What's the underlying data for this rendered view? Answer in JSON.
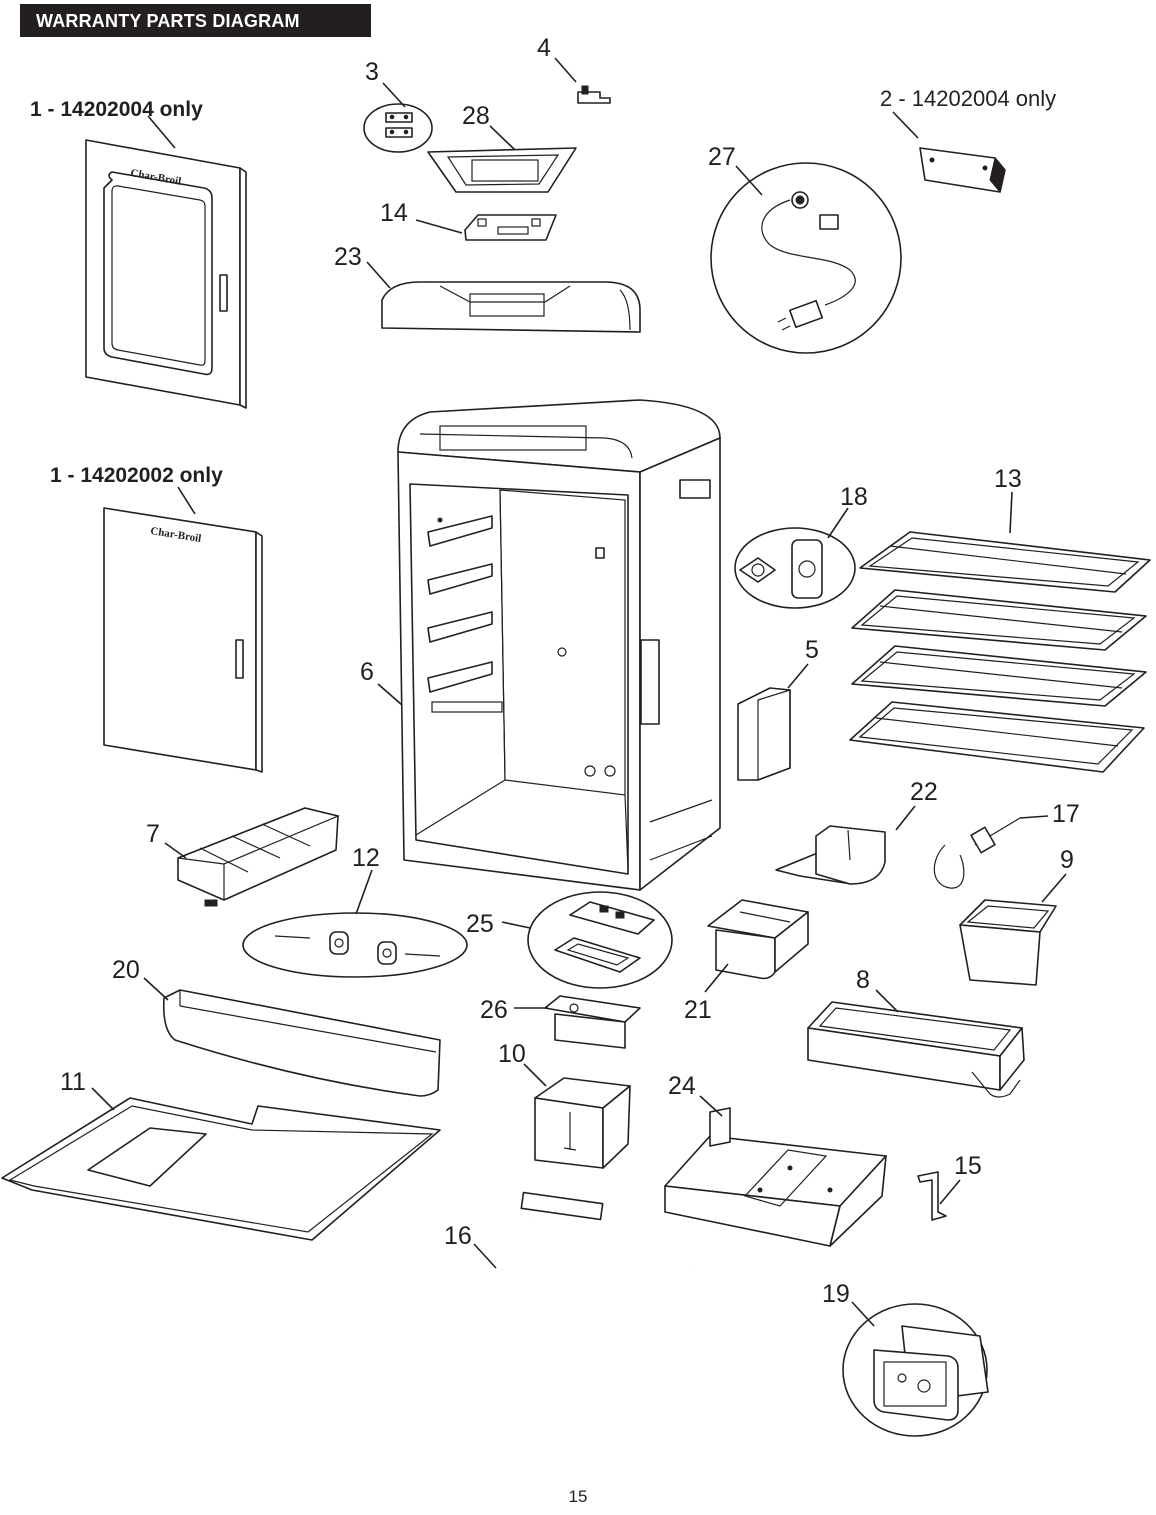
{
  "header": {
    "title": "WARRANTY PARTS DIAGRAM"
  },
  "notes": {
    "door_glass": "1 - 14202004 only",
    "door_solid": "1 - 14202002 only",
    "part2": "2 - 14202004 only"
  },
  "brand_logo_text": "Char-Broil",
  "part_numbers": [
    "3",
    "4",
    "28",
    "27",
    "14",
    "23",
    "18",
    "13",
    "6",
    "5",
    "22",
    "17",
    "7",
    "12",
    "9",
    "25",
    "20",
    "8",
    "26",
    "21",
    "10",
    "11",
    "24",
    "15",
    "16",
    "19"
  ],
  "page_number": "15",
  "colors": {
    "ink": "#231f20",
    "header_bg": "#231f20",
    "header_text": "#ffffff"
  }
}
